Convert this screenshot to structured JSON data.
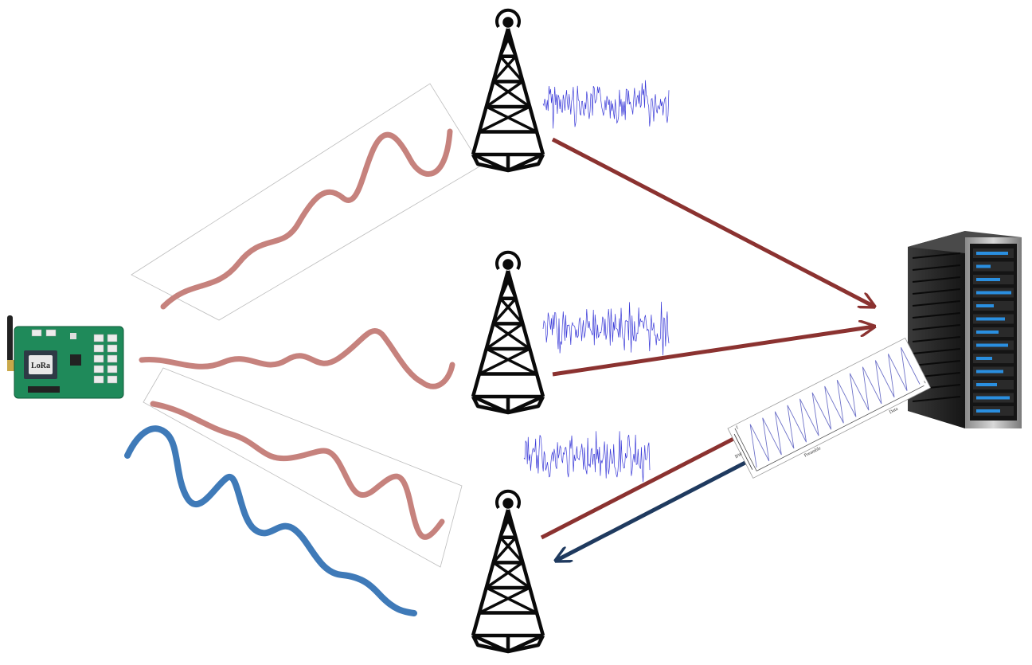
{
  "device": {
    "name": "lora-end-device",
    "badge_text": "LoRa"
  },
  "gateways": [
    {
      "id": "gateway-top"
    },
    {
      "id": "gateway-middle"
    },
    {
      "id": "gateway-bottom"
    }
  ],
  "server": {
    "id": "network-server"
  },
  "chirp_plot": {
    "preamble_label": "Preamble",
    "data_label": "Data",
    "bw_label": "BW",
    "time_axis_label": "t",
    "freq_axis_label": "f"
  },
  "colors": {
    "uplink_arrow": "#8b3230",
    "downlink_arrow": "#1f3a5f",
    "uplink_wave": "#c6827d",
    "downlink_wave": "#3f7ab8",
    "noise": "#3a3ad8",
    "board": "#1f8a5a",
    "tower": "#0a0a0a",
    "server_body": "#1c1c1c",
    "server_led": "#2a8fe0"
  }
}
